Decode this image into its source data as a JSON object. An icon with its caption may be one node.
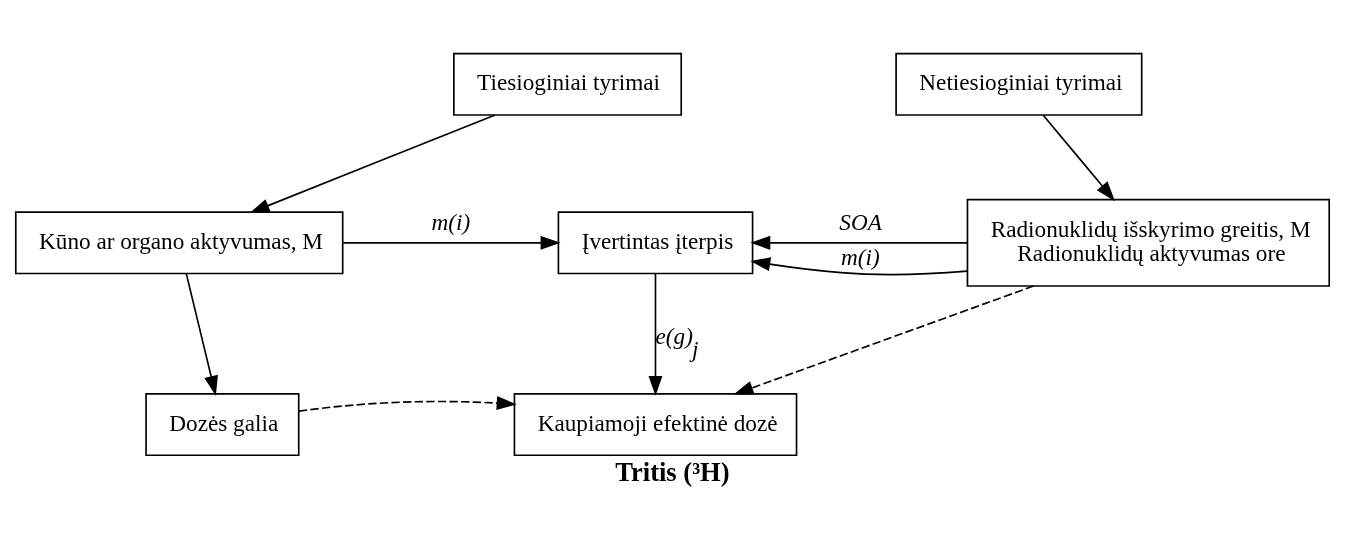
{
  "diagram": {
    "caption": "Tritis (³H)",
    "nodes": [
      {
        "text": [
          "Tiesioginiai tyrimai"
        ]
      },
      {
        "text": [
          "Netiesioginiai tyrimai"
        ]
      },
      {
        "text": [
          "Kūno ar organo aktyvumas, M"
        ]
      },
      {
        "text": [
          "Įvertintas įterpis"
        ]
      },
      {
        "text": [
          "Radionuklidų išskyrimo greitis, M",
          "Radionuklidų aktyvumas ore"
        ]
      },
      {
        "text": [
          "Dozės galia"
        ]
      },
      {
        "text": [
          "Kaupiamoji efektinė dozė"
        ]
      }
    ],
    "edges": [
      {
        "from": 0,
        "to": 2,
        "arrow": "to"
      },
      {
        "from": 1,
        "to": 4,
        "arrow": "to"
      },
      {
        "from": 2,
        "to": 3,
        "arrow": "to",
        "label": "m(i)"
      },
      {
        "from": 4,
        "to": 3,
        "arrow": "to",
        "label": "m(i)"
      },
      {
        "from": 4,
        "to": 3,
        "arrow": "to",
        "label": "SOA"
      },
      {
        "from": 2,
        "to": 5,
        "arrow": "to"
      },
      {
        "from": 3,
        "to": 6,
        "arrow": "to",
        "label": "e(g)$_{j}$"
      },
      {
        "from": 5,
        "to": 6,
        "arrow": "to",
        "style": "dashed"
      },
      {
        "from": 4,
        "to": 6,
        "arrow": "to",
        "style": "dashed"
      }
    ]
  }
}
